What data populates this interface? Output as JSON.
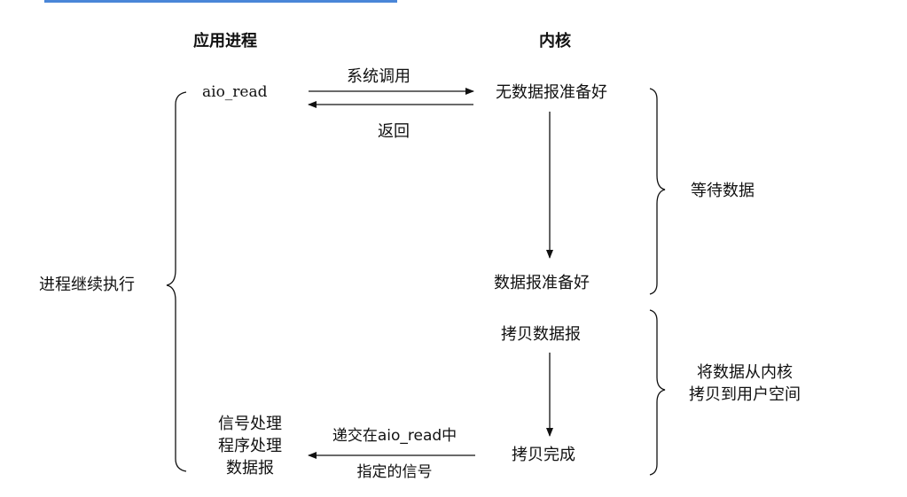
{
  "header": {
    "app_process": "应用进程",
    "kernel": "内核"
  },
  "left": {
    "aio_read": "aio_read",
    "continue_exec": "进程继续执行",
    "signal_handler": [
      "信号处理",
      "程序处理",
      "数据报"
    ]
  },
  "arrows": {
    "syscall": "系统调用",
    "return": "返回",
    "deliver_line1": "递交在aio_read中",
    "deliver_line2": "指定的信号"
  },
  "kernel": {
    "no_datagram": "无数据报准备好",
    "datagram_ready": "数据报准备好",
    "copy_datagram": "拷贝数据报",
    "copy_done": "拷贝完成"
  },
  "phases": {
    "wait_data": "等待数据",
    "copy_line1": "将数据从内核",
    "copy_line2": "拷贝到用户空间"
  }
}
